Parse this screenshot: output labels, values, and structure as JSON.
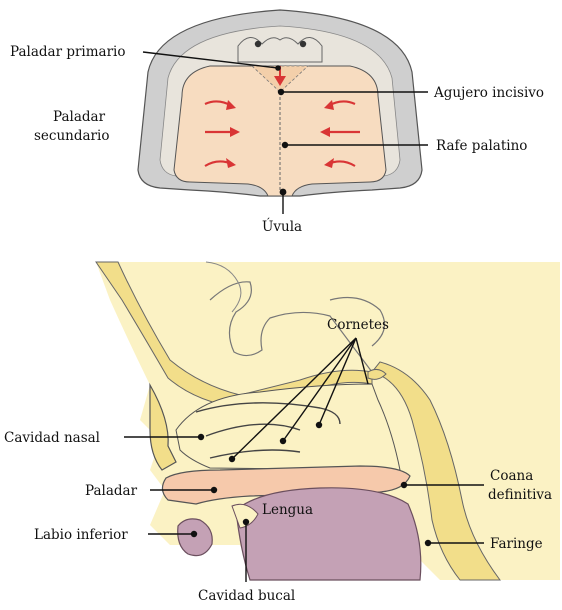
{
  "palate_view": {
    "labels": {
      "paladar_primario": "Paladar primario",
      "paladar_secundario_line1": "Paladar",
      "paladar_secundario_line2": "secundario",
      "agujero_incisivo": "Agujero incisivo",
      "rafe_palatino": "Rafe palatino",
      "uvula": "Úvula"
    }
  },
  "sagittal_view": {
    "labels": {
      "cornetes": "Cornetes",
      "cavidad_nasal": "Cavidad nasal",
      "paladar": "Paladar",
      "labio_inferior": "Labio inferior",
      "cavidad_bucal": "Cavidad bucal",
      "lengua": "Lengua",
      "coana_line1": "Coana",
      "coana_line2": "definitiva",
      "faringe": "Faringe"
    }
  },
  "colors": {
    "palate_fill": "#f7dcc0",
    "outer_ring": "#c9c9c9",
    "bone_fill": "#f2de8a",
    "background_yellow": "#fbf2c4",
    "tongue_fill": "#c4a1b5",
    "arrow_red": "#d93535"
  }
}
